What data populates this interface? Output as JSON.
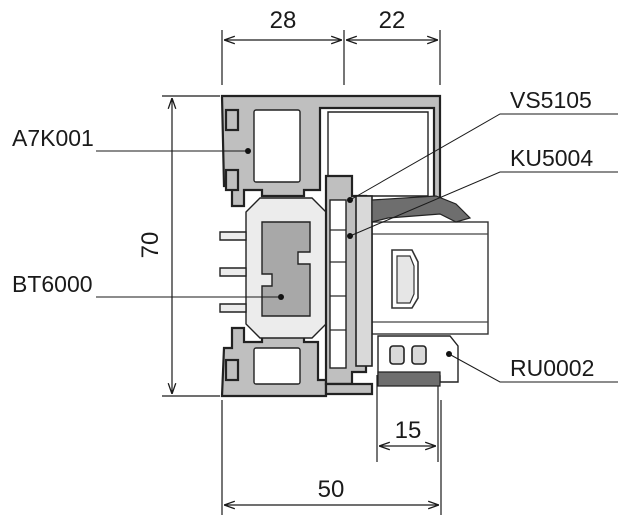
{
  "dimensions": {
    "top_left": "28",
    "top_right": "22",
    "height": "70",
    "bottom_small": "15",
    "bottom_total": "50"
  },
  "labels": {
    "frame_profile": "A7K001",
    "glazing_bead": "VS5105",
    "glazing_gasket": "KU5004",
    "thermal_break": "BT6000",
    "seal_gasket": "RU0002"
  },
  "colors": {
    "aluminium": "#bfbfbf",
    "gasket": "#6e6e6e",
    "ink": "#1a1a1a"
  }
}
